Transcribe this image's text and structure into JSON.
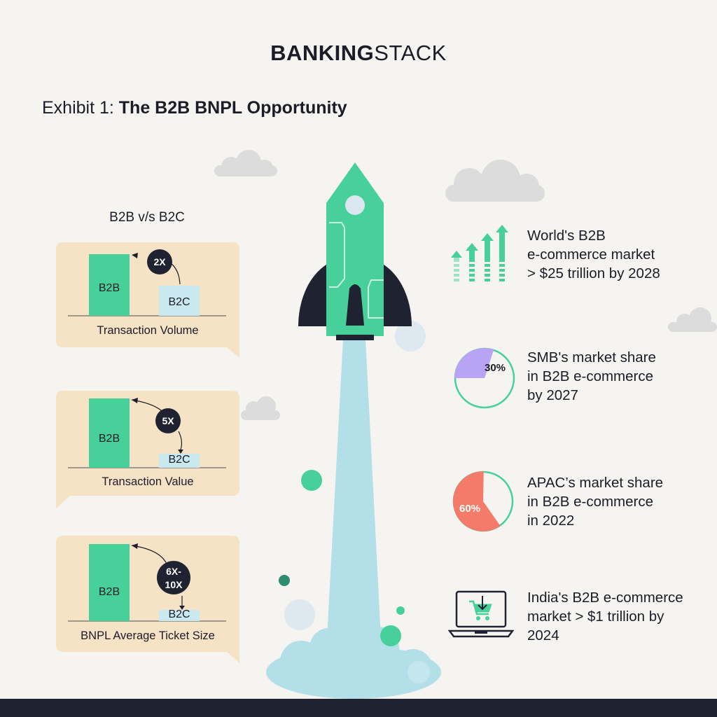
{
  "brand": {
    "bold": "BANKING",
    "light": "STACK"
  },
  "title": {
    "prefix": "Exhibit 1: ",
    "bold": "The B2B BNPL Opportunity"
  },
  "comparison": {
    "heading": "B2B v/s B2C",
    "panels": [
      {
        "label": "Transaction Volume",
        "b2b": "B2B",
        "b2c": "B2C",
        "multiplier": "2X"
      },
      {
        "label": "Transaction Value",
        "b2b": "B2B",
        "b2c": "B2C",
        "multiplier": "5X"
      },
      {
        "label": "BNPL Average Ticket Size",
        "b2b": "B2B",
        "b2c": "B2C",
        "multiplier_line1": "6X-",
        "multiplier_line2": "10X"
      }
    ]
  },
  "stats": [
    {
      "line1": "World's B2B",
      "line2": "e-commerce market",
      "line3": "> $25 trillion by 2028",
      "icon": "growth-arrows-icon"
    },
    {
      "line1": "SMB's market share",
      "line2": "in B2B e-commerce",
      "line3": "by 2027",
      "percent_label": "30%",
      "percent_value": 30,
      "color": "#b9a3f5",
      "icon": "pie-icon"
    },
    {
      "line1": "APAC’s market share",
      "line2": "in B2B e-commerce",
      "line3": "in 2022",
      "percent_label": "60%",
      "percent_value": 60,
      "color": "#f47a6a",
      "icon": "pie-icon"
    },
    {
      "line1": "India's B2B e-commerce",
      "line2": "market > $1 trillion by",
      "line3": "2024",
      "icon": "laptop-cart-icon"
    }
  ],
  "colors": {
    "green": "#48d09a",
    "lightblue": "#c9e8ef",
    "panel": "#f6e3c6",
    "dark": "#1f2231"
  }
}
